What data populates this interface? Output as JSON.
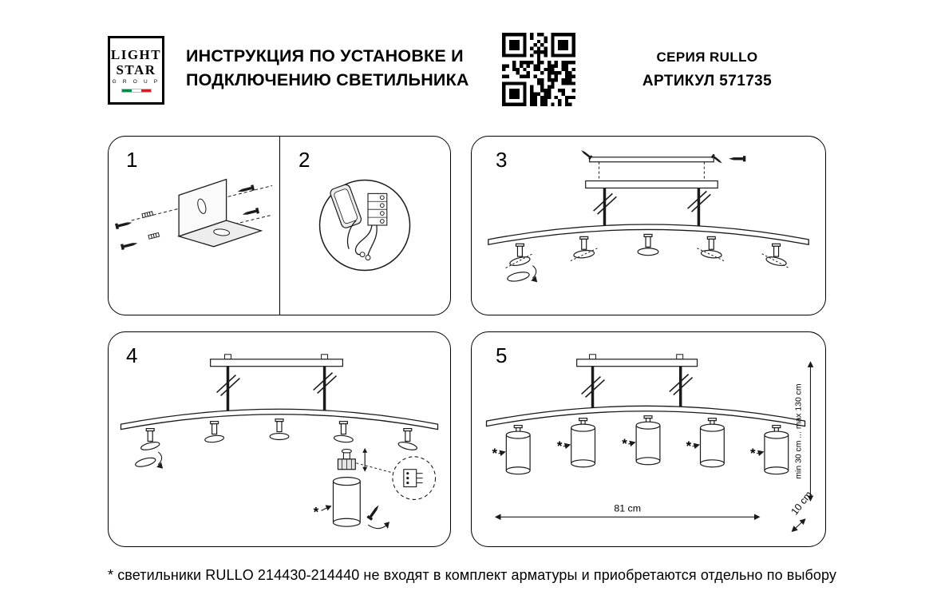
{
  "colors": {
    "ink": "#000000",
    "paper": "#ffffff",
    "flag_green": "#008C45",
    "flag_white": "#ffffff",
    "flag_red": "#CD212A"
  },
  "header": {
    "logo_line1": "LIGHT",
    "logo_line2": "STAR",
    "logo_group": "G R O U P",
    "title_line1": "ИНСТРУКЦИЯ ПО УСТАНОВКЕ И",
    "title_line2": "ПОДКЛЮЧЕНИЮ СВЕТИЛЬНИКА",
    "series_label": "СЕРИЯ RULLO",
    "article_label": "АРТИКУЛ 571735"
  },
  "steps": {
    "s1": "1",
    "s2": "2",
    "s3": "3",
    "s4": "4",
    "s5": "5"
  },
  "annotations": {
    "asterisk": "*",
    "width": "81 cm",
    "height_range": "min 30 cm ... max 130 cm",
    "tube_len": "10 cm"
  },
  "footnote": "* светильники RULLO 214430-214440 не входят в комплект арматуры и приобретаются отдельно по выбору"
}
